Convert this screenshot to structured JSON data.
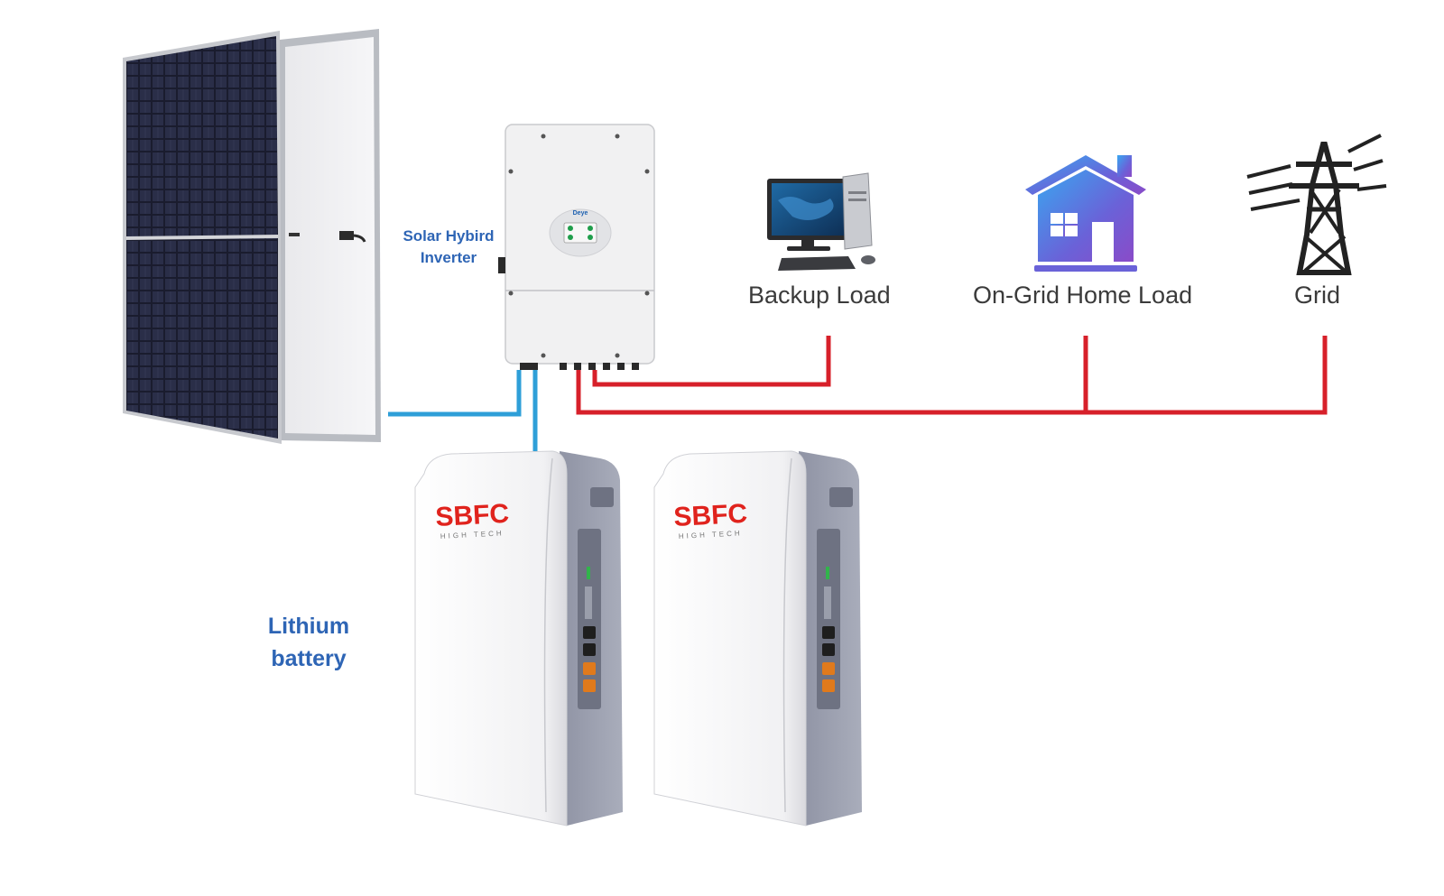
{
  "labels": {
    "inverter_line1": "Solar Hybird",
    "inverter_line2": "Inverter",
    "battery_line1": "Lithium",
    "battery_line2": "battery",
    "backup_load": "Backup Load",
    "ongrid_home_load": "On-Grid Home Load",
    "grid": "Grid"
  },
  "battery_brand": "SBFC",
  "battery_tagline": "HIGH TECH",
  "inverter_brand": "Deye",
  "colors": {
    "dc_wire": "#2e9fd8",
    "ac_wire": "#d7202a",
    "label_blue": "#2e65b5",
    "brand_red": "#e0231d"
  }
}
